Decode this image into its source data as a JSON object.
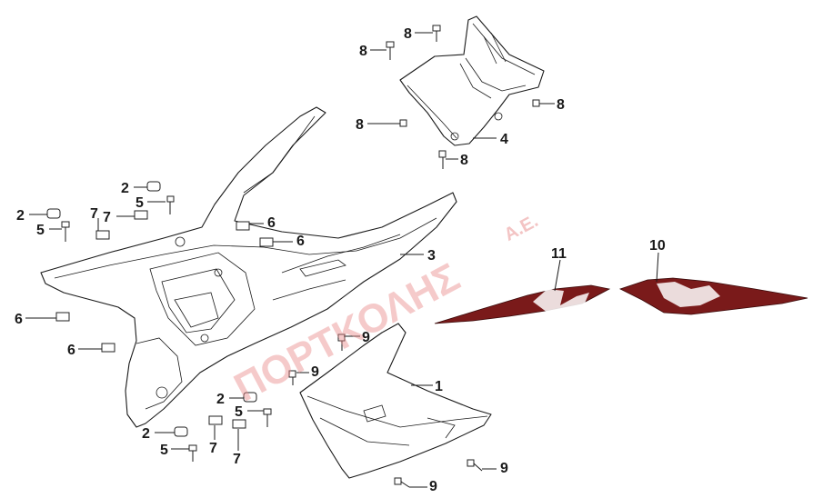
{
  "diagram": {
    "watermark": {
      "main": "ΠΟΡΤΚΟΛΗΣ",
      "suffix": "Α.Ε."
    },
    "callouts": {
      "n1": "1",
      "n2": "2",
      "n3": "3",
      "n4": "4",
      "n5": "5",
      "n6": "6",
      "n7": "7",
      "n8": "8",
      "n9": "9",
      "n10": "10",
      "n11": "11"
    },
    "colors": {
      "decal_dark": "#7a1a1a",
      "decal_light": "#ffffff",
      "watermark": "#e88a8a"
    }
  }
}
